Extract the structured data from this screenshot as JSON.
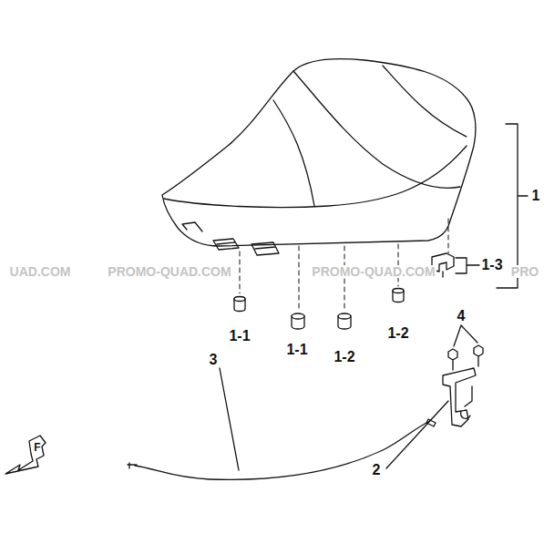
{
  "diagram": {
    "labels": [
      "1",
      "1-3",
      "1-1",
      "1-1",
      "1-2",
      "1-2",
      "4",
      "2",
      "3",
      "F",
      "UAD.COM",
      "PROMO-QUAD.COM",
      "PROMO-QUAD.COM",
      "PRO"
    ]
  }
}
